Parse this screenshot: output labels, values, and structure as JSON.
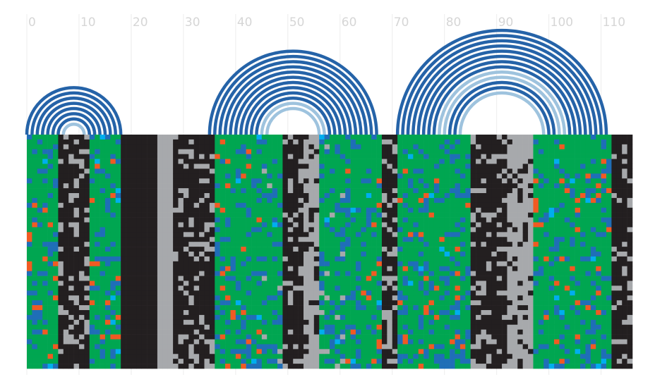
{
  "chart_data": {
    "type": "heatmap",
    "title": "",
    "xlabel": "",
    "ylabel": "",
    "xlim": [
      0,
      116
    ],
    "x_ticks": [
      "0",
      "10",
      "20",
      "30",
      "40",
      "50",
      "60",
      "70",
      "80",
      "90",
      "100",
      "110"
    ],
    "grid": true,
    "arc_groups": [
      {
        "center": 9,
        "radii": [
          2,
          3,
          4,
          5,
          6,
          7,
          8,
          9
        ],
        "light_radii": [
          2
        ]
      },
      {
        "center": 51,
        "radii": [
          5,
          6,
          7,
          8,
          9,
          10,
          11,
          12,
          13,
          14,
          15,
          16
        ],
        "light_radii": [
          5,
          6
        ]
      },
      {
        "center": 91,
        "radii": [
          8,
          9,
          10,
          11,
          12,
          13,
          14,
          15,
          16,
          17,
          18,
          19,
          20
        ],
        "light_radii": [
          8,
          11,
          12
        ]
      }
    ],
    "state_colors": {
      "A": "#00a651",
      "B": "#231f20",
      "C": "#a7a9ac",
      "D": "#1f6eb7",
      "E": "#f15a22",
      "F": "#00aeef"
    },
    "arc_colors": {
      "dark": "#2563a8",
      "light": "#9ec3de"
    },
    "band_groups": [
      {
        "x_start": 0,
        "x_end": 6,
        "base": "A",
        "noise": "D",
        "accent": "E"
      },
      {
        "x_start": 6,
        "x_end": 12,
        "base": "B",
        "noise": "C",
        "accent": "B"
      },
      {
        "x_start": 12,
        "x_end": 18,
        "base": "A",
        "noise": "D",
        "accent": "E"
      },
      {
        "x_start": 18,
        "x_end": 25,
        "base": "B",
        "noise": "B",
        "accent": "B"
      },
      {
        "x_start": 25,
        "x_end": 28,
        "base": "C",
        "noise": "C",
        "accent": "C"
      },
      {
        "x_start": 28,
        "x_end": 36,
        "base": "B",
        "noise": "C",
        "accent": "B"
      },
      {
        "x_start": 36,
        "x_end": 40,
        "base": "A",
        "noise": "D",
        "accent": "E"
      },
      {
        "x_start": 40,
        "x_end": 45,
        "base": "A",
        "noise": "D",
        "accent": "E"
      },
      {
        "x_start": 45,
        "x_end": 49,
        "base": "A",
        "noise": "D",
        "accent": "C"
      },
      {
        "x_start": 49,
        "x_end": 53,
        "base": "B",
        "noise": "C",
        "accent": "B"
      },
      {
        "x_start": 53,
        "x_end": 56,
        "base": "C",
        "noise": "B",
        "accent": "C"
      },
      {
        "x_start": 56,
        "x_end": 61,
        "base": "A",
        "noise": "D",
        "accent": "C"
      },
      {
        "x_start": 61,
        "x_end": 68,
        "base": "A",
        "noise": "D",
        "accent": "E"
      },
      {
        "x_start": 68,
        "x_end": 71,
        "base": "B",
        "noise": "C",
        "accent": "B"
      },
      {
        "x_start": 71,
        "x_end": 85,
        "base": "A",
        "noise": "D",
        "accent": "E"
      },
      {
        "x_start": 85,
        "x_end": 92,
        "base": "B",
        "noise": "C",
        "accent": "B"
      },
      {
        "x_start": 92,
        "x_end": 97,
        "base": "C",
        "noise": "B",
        "accent": "C"
      },
      {
        "x_start": 97,
        "x_end": 112,
        "base": "A",
        "noise": "D",
        "accent": "E"
      },
      {
        "x_start": 112,
        "x_end": 116,
        "base": "B",
        "noise": "C",
        "accent": "B"
      }
    ]
  }
}
